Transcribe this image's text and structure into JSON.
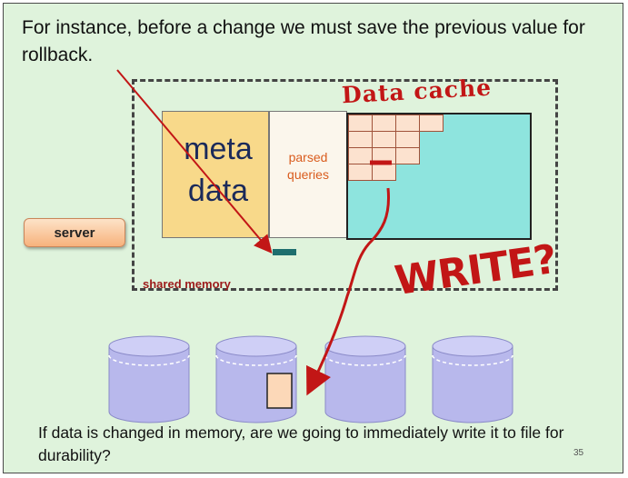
{
  "slide": {
    "title_text": "For instance, before a change we must save the previous value for rollback.",
    "footer_text": "If data is changed in memory, are we going to immediately write it to file for durability?",
    "page_number": "35"
  },
  "diagram": {
    "meta_label": "meta\ndata",
    "parsed_label": "parsed\nqueries",
    "cache_label": "Data cache",
    "shared_memory_label": "shared memory",
    "server_label": "server",
    "write_label": "WRITE?",
    "disk_count": 4
  },
  "colors": {
    "background": "#dff3dc",
    "metadata_fill": "#f8d98a",
    "parsed_fill": "#fbf6ec",
    "cache_fill": "#8ee4de",
    "cell_fill": "#fce2cf",
    "annotation_red": "#c21616",
    "disk_fill": "#b8b8ec",
    "marker_teal": "#1e6e6e"
  }
}
